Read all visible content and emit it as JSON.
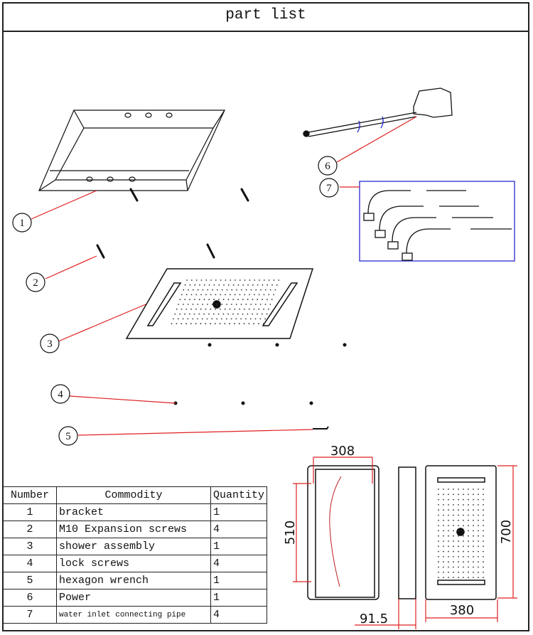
{
  "title": "part list",
  "callouts": [
    "1",
    "2",
    "3",
    "4",
    "5",
    "6",
    "7"
  ],
  "table": {
    "headers": [
      "Number",
      "Commodity",
      "Quantity"
    ],
    "rows": [
      {
        "number": "1",
        "commodity": "bracket",
        "quantity": "1"
      },
      {
        "number": "2",
        "commodity": "M10 Expansion screws",
        "quantity": "4"
      },
      {
        "number": "3",
        "commodity": "shower assembly",
        "quantity": "1"
      },
      {
        "number": "4",
        "commodity": "lock screws",
        "quantity": "4"
      },
      {
        "number": "5",
        "commodity": "hexagon wrench",
        "quantity": "1"
      },
      {
        "number": "6",
        "commodity": "Power",
        "quantity": "1"
      },
      {
        "number": "7",
        "commodity": "water inlet connecting pipe",
        "quantity": "4"
      }
    ]
  },
  "dimensions": {
    "bracket_width": "308",
    "bracket_height": "510",
    "depth": "91.5",
    "panel_width": "380",
    "panel_height": "700"
  },
  "colors": {
    "leader": "#e02020",
    "frame": "#1a1a1a",
    "hose_box": "#2a2ad0"
  }
}
